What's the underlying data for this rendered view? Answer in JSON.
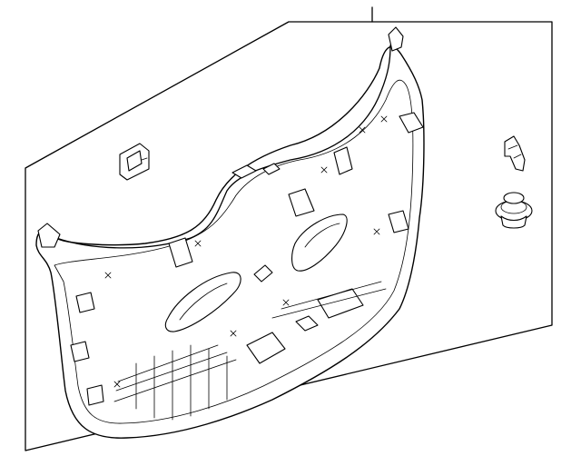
{
  "diagram": {
    "parts": [
      {
        "id": "liftgate-trim-panel",
        "icon": "trim-panel-icon"
      },
      {
        "id": "retainer-clip",
        "icon": "clip-icon"
      },
      {
        "id": "push-pin-fastener",
        "icon": "grommet-icon"
      },
      {
        "id": "handle-clip",
        "icon": "bracket-icon"
      }
    ],
    "line_color": "#000000",
    "background": "#ffffff"
  }
}
